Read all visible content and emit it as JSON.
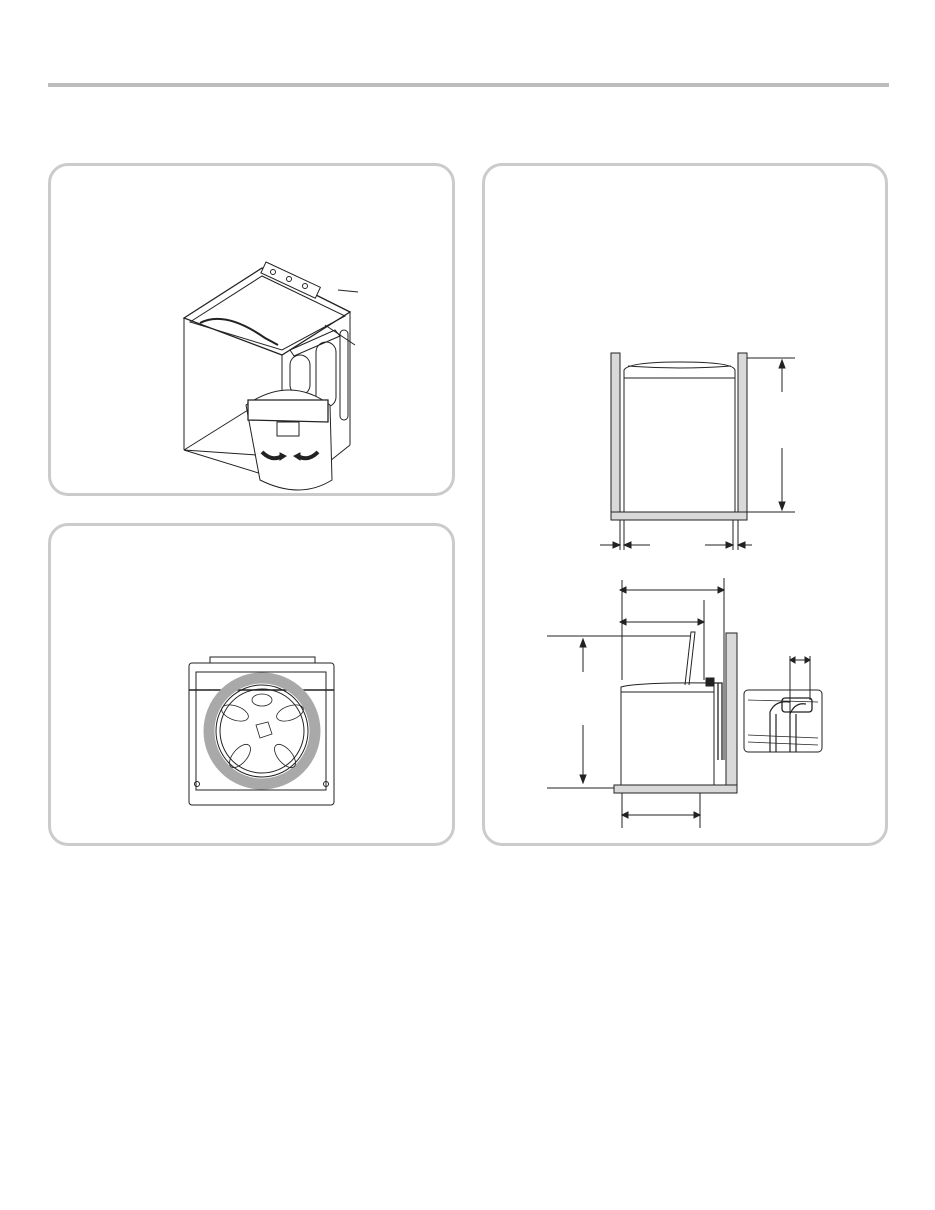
{
  "page": {
    "colors": {
      "rule": "#bdbdbd",
      "panel_border": "#cbcbcb",
      "wall_fill": "#d9d9d9",
      "ring_fill": "#a9a9a9",
      "line": "#222222"
    }
  },
  "figures": [
    {
      "id": "leveling-feet",
      "icon": "washer-perspective-leveling-illustration"
    },
    {
      "id": "tub-top-view",
      "icon": "washer-top-view-tub-illustration"
    },
    {
      "id": "clearance-dimensions",
      "icon": "washer-clearance-dimension-illustration"
    }
  ]
}
